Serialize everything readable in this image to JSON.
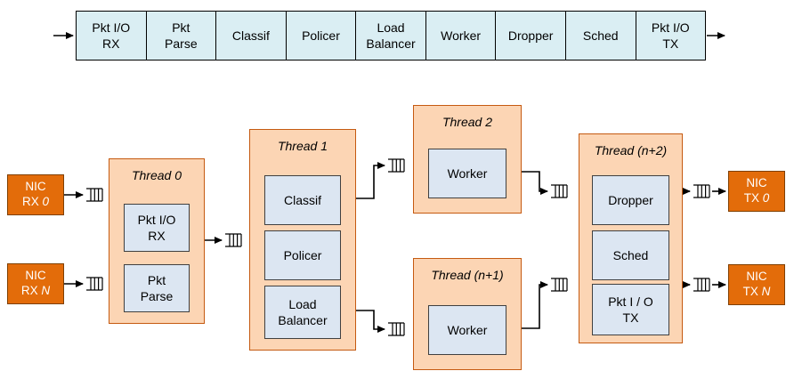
{
  "colors": {
    "pipeline_fill": "#daeef3",
    "thread_fill": "#fcd5b4",
    "thread_border": "#c55a11",
    "stage_fill": "#dce6f2",
    "stage_border": "#404040",
    "nic_fill": "#e36c0a",
    "nic_border": "#7f3f00",
    "line": "#000000"
  },
  "pipeline": {
    "stages": [
      "Pkt I/O\nRX",
      "Pkt\nParse",
      "Classif",
      "Policer",
      "Load\nBalancer",
      "Worker",
      "Dropper",
      "Sched",
      "Pkt I/O\nTX"
    ]
  },
  "threads": [
    {
      "title": "Thread 0",
      "stages": [
        "Pkt I/O\nRX",
        "Pkt\nParse"
      ]
    },
    {
      "title": "Thread 1",
      "stages": [
        "Classif",
        "Policer",
        "Load\nBalancer"
      ]
    },
    {
      "title": "Thread 2",
      "stages": [
        "Worker"
      ]
    },
    {
      "title": "Thread (n+1)",
      "stages": [
        "Worker"
      ]
    },
    {
      "title": "Thread (n+2)",
      "stages": [
        "Dropper",
        "Sched",
        "Pkt I / O\nTX"
      ]
    }
  ],
  "nics": {
    "rx0": {
      "line1": "NIC",
      "line2": "RX",
      "suffix": "0"
    },
    "rxn": {
      "line1": "NIC",
      "line2": "RX",
      "suffix": "N"
    },
    "tx0": {
      "line1": "NIC",
      "line2": "TX",
      "suffix": "0"
    },
    "txn": {
      "line1": "NIC",
      "line2": "TX",
      "suffix": "N"
    }
  }
}
